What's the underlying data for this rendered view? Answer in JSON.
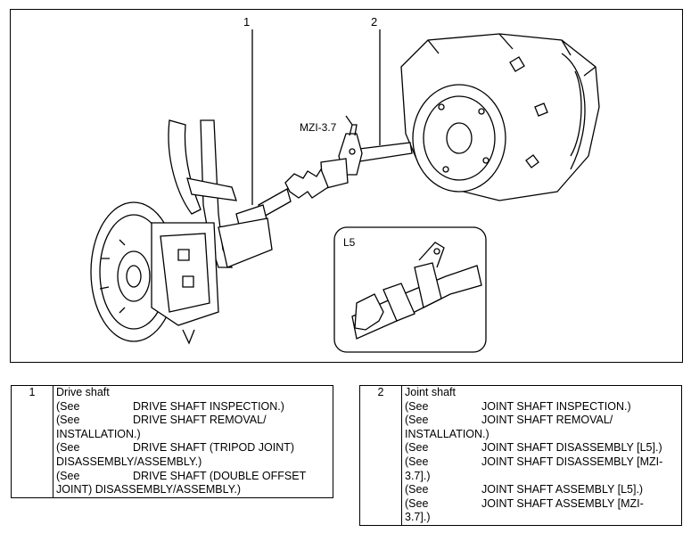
{
  "figure": {
    "callouts": [
      "1",
      "2"
    ],
    "variant_label": "MZI-3.7",
    "inset_label": "L5"
  },
  "parts": [
    {
      "number": "1",
      "title": "Drive shaft",
      "lines": [
        {
          "see": "(See",
          "text": "DRIVE SHAFT INSPECTION.)"
        },
        {
          "see": "(See",
          "text": "DRIVE SHAFT REMOVAL/"
        },
        {
          "see": "",
          "text": "INSTALLATION.)"
        },
        {
          "see": "(See",
          "text": "DRIVE SHAFT (TRIPOD JOINT)"
        },
        {
          "see": "",
          "text": "DISASSEMBLY/ASSEMBLY.)"
        },
        {
          "see": "(See",
          "text": "DRIVE SHAFT (DOUBLE OFFSET"
        },
        {
          "see": "",
          "text": "JOINT) DISASSEMBLY/ASSEMBLY.)"
        }
      ]
    },
    {
      "number": "2",
      "title": "Joint shaft",
      "lines": [
        {
          "see": "(See",
          "text": "JOINT SHAFT INSPECTION.)"
        },
        {
          "see": "(See",
          "text": "JOINT SHAFT REMOVAL/"
        },
        {
          "see": "",
          "text": "INSTALLATION.)"
        },
        {
          "see": "(See",
          "text": "JOINT SHAFT DISASSEMBLY [L5].)"
        },
        {
          "see": "(See",
          "text": "JOINT SHAFT DISASSEMBLY [MZI-"
        },
        {
          "see": "",
          "text": "3.7].)"
        },
        {
          "see": "(See",
          "text": "JOINT SHAFT ASSEMBLY [L5].)"
        },
        {
          "see": "(See",
          "text": "JOINT SHAFT ASSEMBLY [MZI-"
        },
        {
          "see": "",
          "text": "3.7].)"
        }
      ]
    }
  ]
}
